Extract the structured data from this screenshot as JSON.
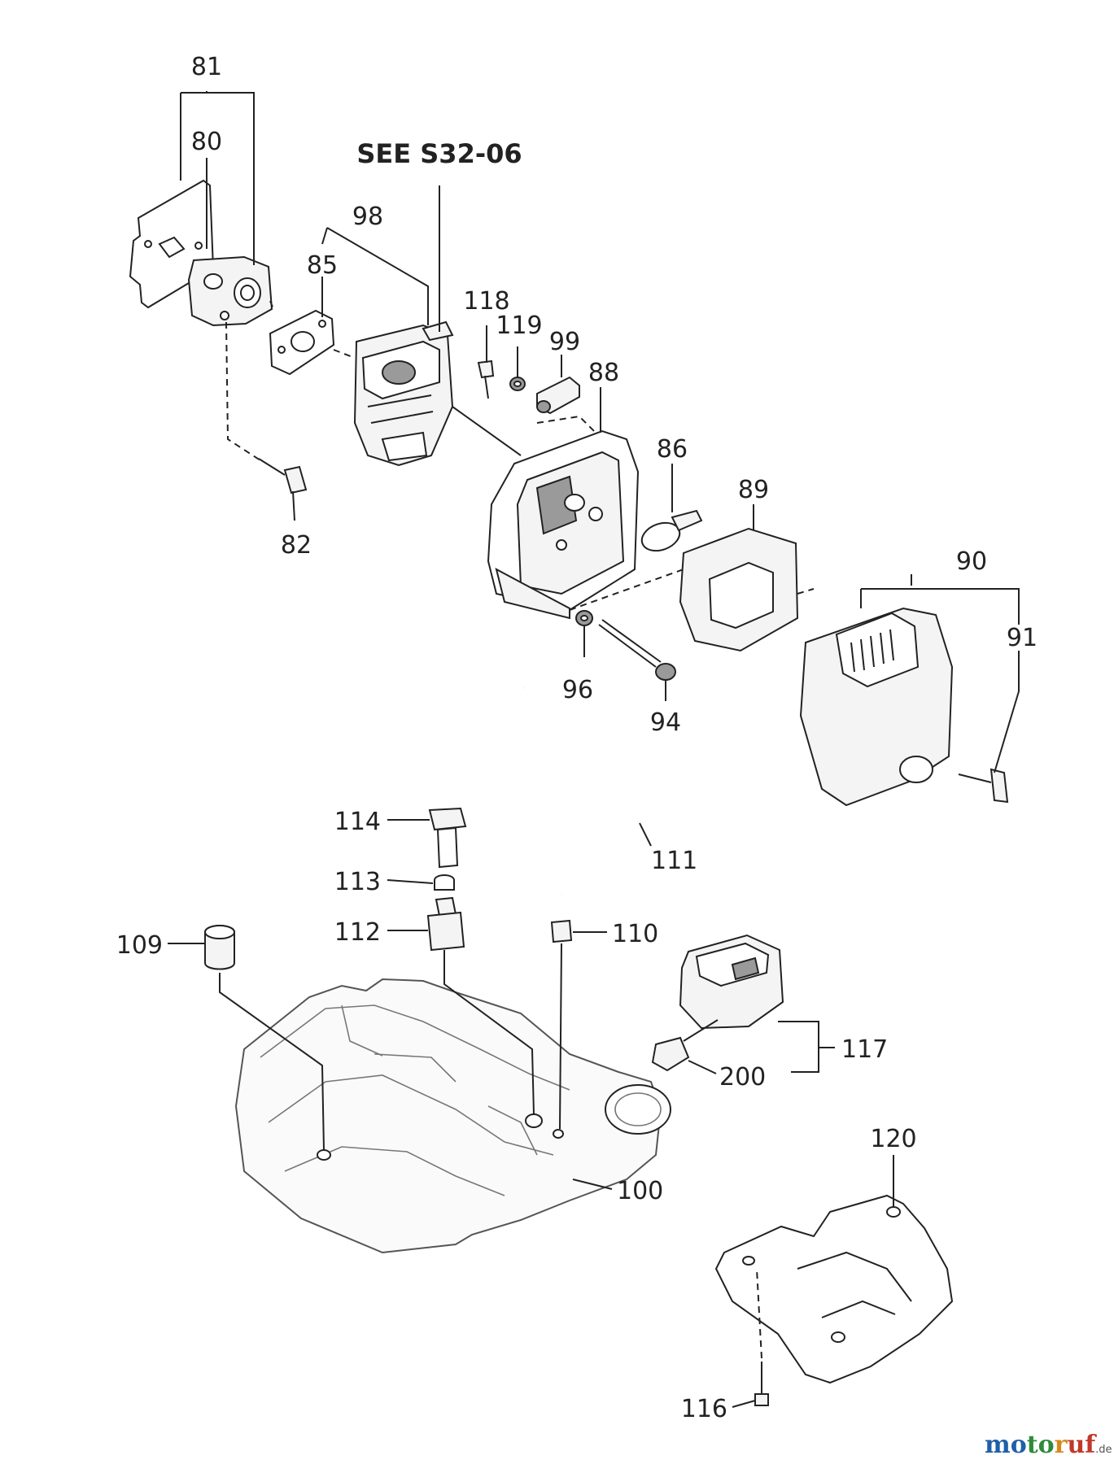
{
  "diagram": {
    "reference_note": "SEE S32-06",
    "callouts": {
      "c81": "81",
      "c80": "80",
      "c98": "98",
      "c85": "85",
      "c82": "82",
      "c118": "118",
      "c119": "119",
      "c99": "99",
      "c88": "88",
      "c86": "86",
      "c89": "89",
      "c90": "90",
      "c91": "91",
      "c96": "96",
      "c94": "94",
      "c114": "114",
      "c113": "113",
      "c111": "111",
      "c112": "112",
      "c110": "110",
      "c109": "109",
      "c117": "117",
      "c200": "200",
      "c120": "120",
      "c100": "100",
      "c116": "116"
    }
  },
  "watermark": {
    "part1": "mo",
    "part2": "to",
    "part3": "r",
    "part4": "uf",
    "suffix": ".de"
  }
}
